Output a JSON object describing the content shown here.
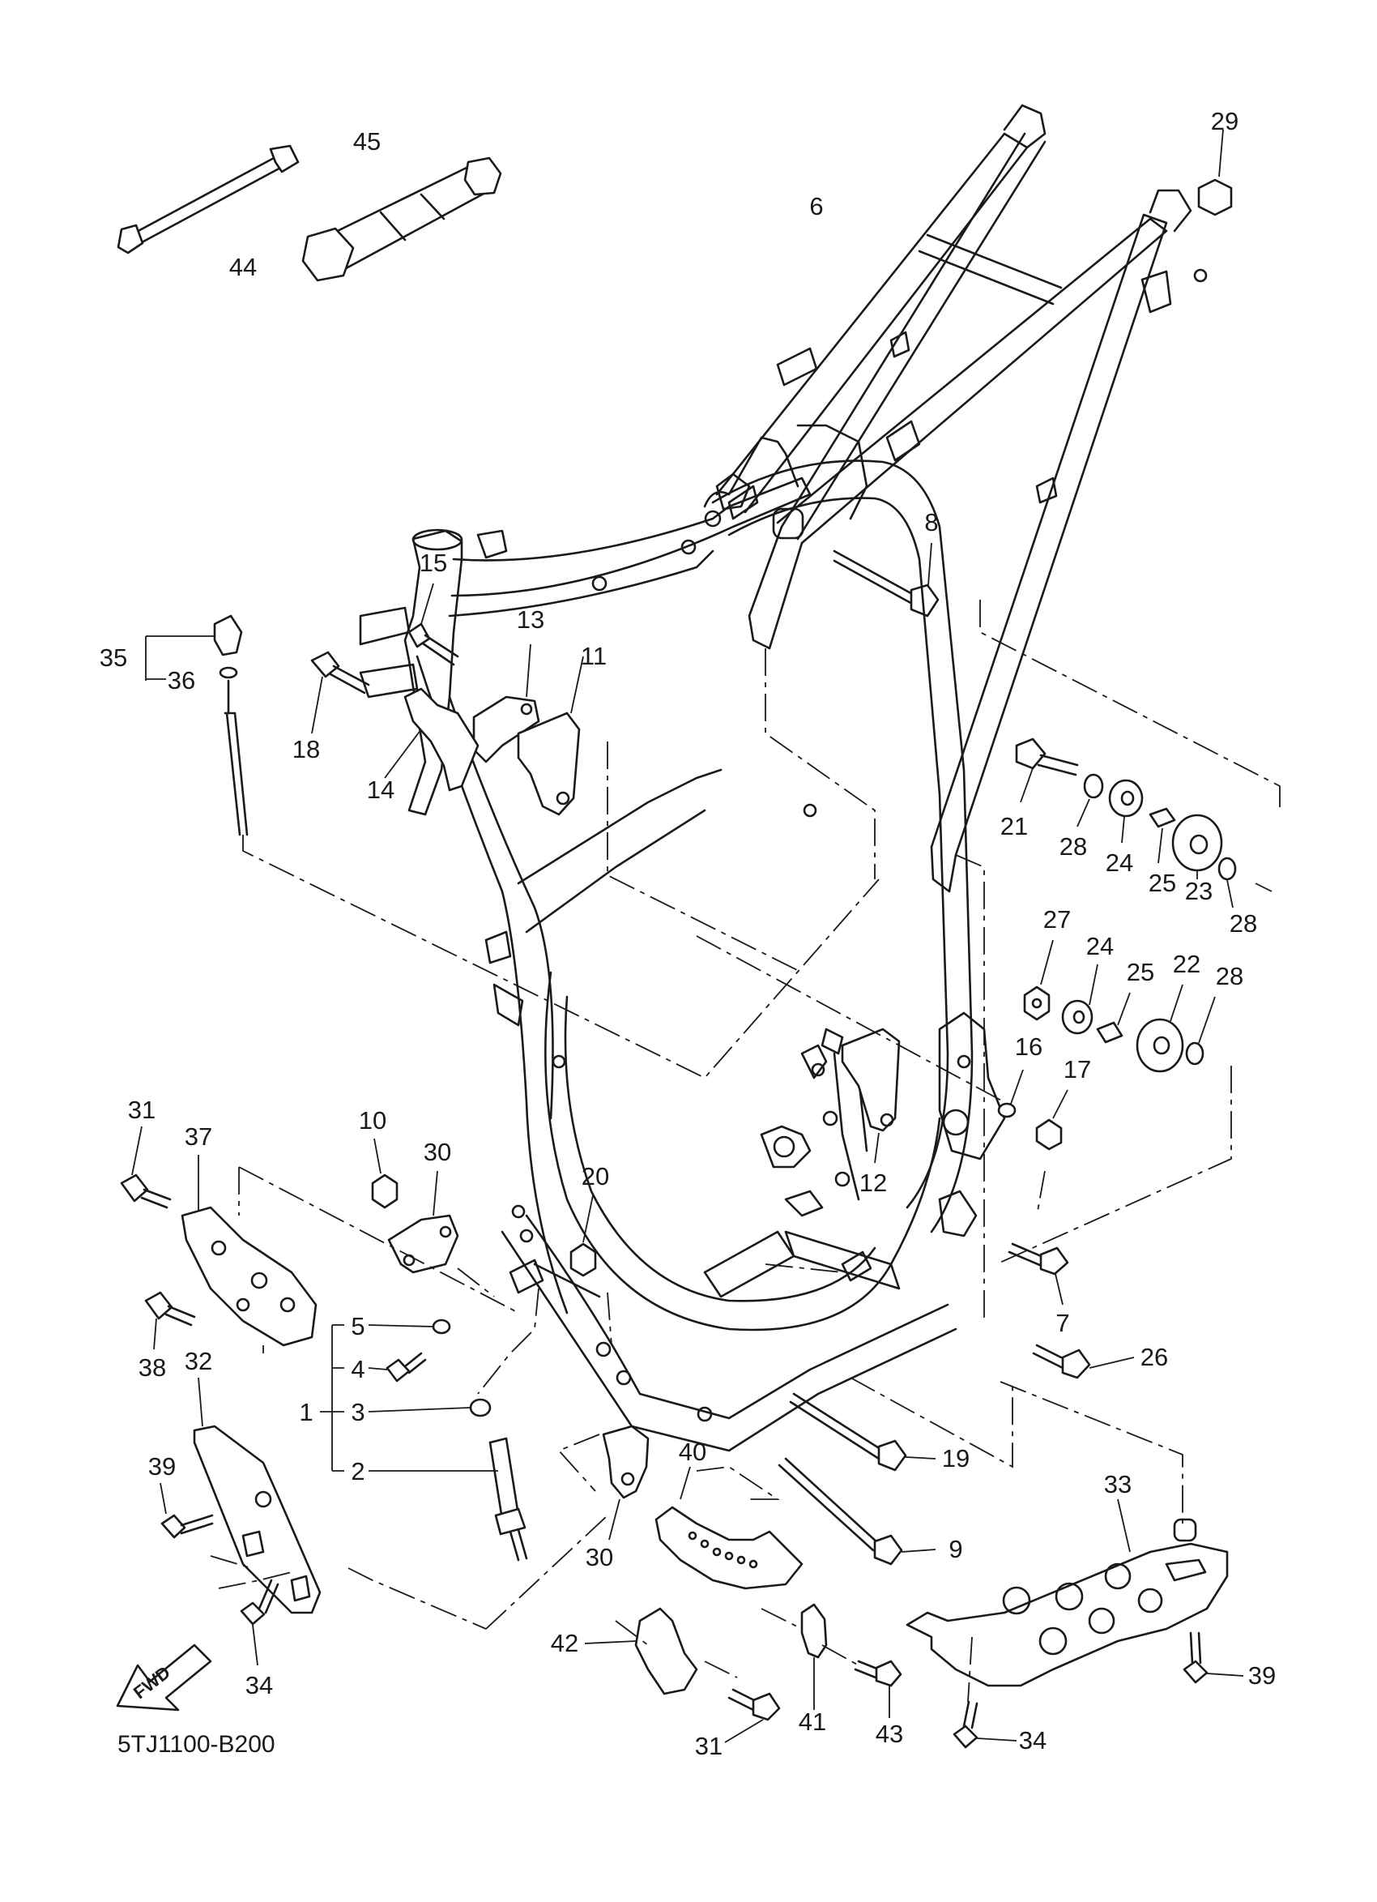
{
  "diagram": {
    "code": "5TJ1100-B200",
    "fwd_label": "FWD",
    "labels": [
      {
        "id": "44",
        "text": "44"
      },
      {
        "id": "45",
        "text": "45"
      },
      {
        "id": "6",
        "text": "6"
      },
      {
        "id": "29",
        "text": "29"
      },
      {
        "id": "8",
        "text": "8"
      },
      {
        "id": "15",
        "text": "15"
      },
      {
        "id": "13",
        "text": "13"
      },
      {
        "id": "11",
        "text": "11"
      },
      {
        "id": "35",
        "text": "35"
      },
      {
        "id": "36",
        "text": "36"
      },
      {
        "id": "18",
        "text": "18"
      },
      {
        "id": "14",
        "text": "14"
      },
      {
        "id": "21",
        "text": "21"
      },
      {
        "id": "28a",
        "text": "28"
      },
      {
        "id": "24a",
        "text": "24"
      },
      {
        "id": "25a",
        "text": "25"
      },
      {
        "id": "23",
        "text": "23"
      },
      {
        "id": "28b",
        "text": "28"
      },
      {
        "id": "27",
        "text": "27"
      },
      {
        "id": "24b",
        "text": "24"
      },
      {
        "id": "25b",
        "text": "25"
      },
      {
        "id": "22",
        "text": "22"
      },
      {
        "id": "28c",
        "text": "28"
      },
      {
        "id": "16",
        "text": "16"
      },
      {
        "id": "17",
        "text": "17"
      },
      {
        "id": "12",
        "text": "12"
      },
      {
        "id": "31a",
        "text": "31"
      },
      {
        "id": "37",
        "text": "37"
      },
      {
        "id": "10",
        "text": "10"
      },
      {
        "id": "30a",
        "text": "30"
      },
      {
        "id": "20",
        "text": "20"
      },
      {
        "id": "7",
        "text": "7"
      },
      {
        "id": "38",
        "text": "38"
      },
      {
        "id": "5",
        "text": "5"
      },
      {
        "id": "4",
        "text": "4"
      },
      {
        "id": "1",
        "text": "1"
      },
      {
        "id": "3",
        "text": "3"
      },
      {
        "id": "2",
        "text": "2"
      },
      {
        "id": "26",
        "text": "26"
      },
      {
        "id": "32",
        "text": "32"
      },
      {
        "id": "39a",
        "text": "39"
      },
      {
        "id": "19",
        "text": "19"
      },
      {
        "id": "33",
        "text": "33"
      },
      {
        "id": "40",
        "text": "40"
      },
      {
        "id": "30b",
        "text": "30"
      },
      {
        "id": "9",
        "text": "9"
      },
      {
        "id": "34a",
        "text": "34"
      },
      {
        "id": "42",
        "text": "42"
      },
      {
        "id": "39b",
        "text": "39"
      },
      {
        "id": "31b",
        "text": "31"
      },
      {
        "id": "41",
        "text": "41"
      },
      {
        "id": "43",
        "text": "43"
      },
      {
        "id": "34b",
        "text": "34"
      }
    ]
  }
}
